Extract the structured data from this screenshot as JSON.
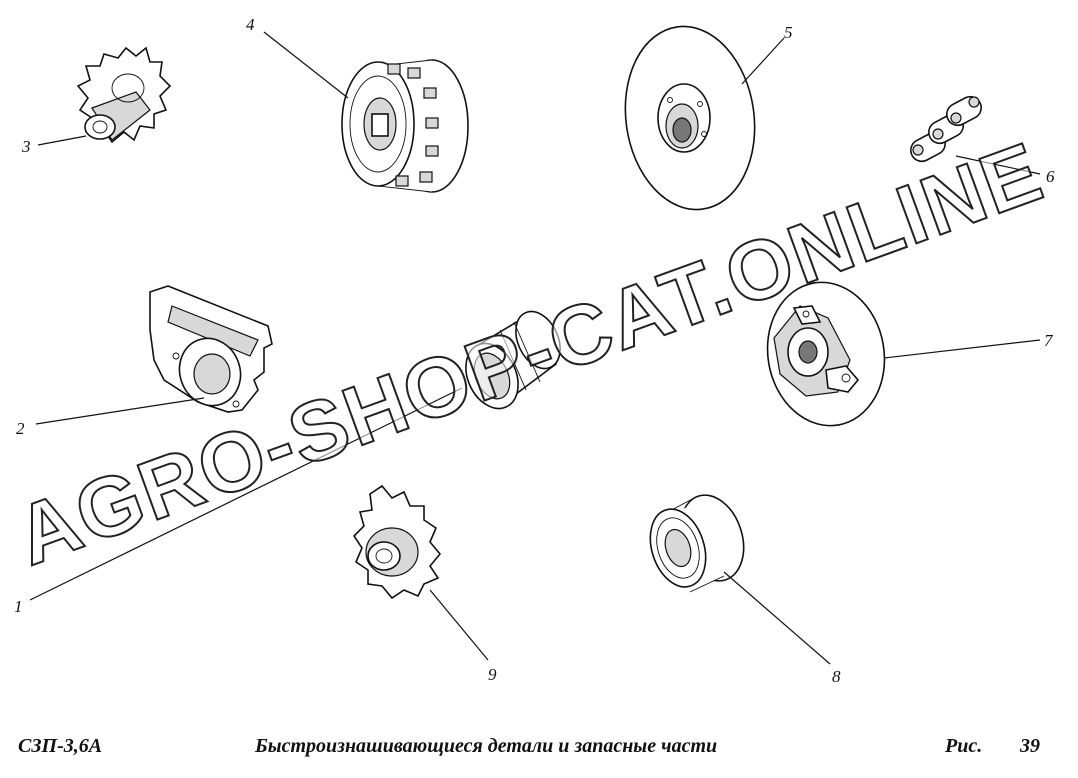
{
  "callouts": [
    "1",
    "2",
    "3",
    "4",
    "5",
    "6",
    "7",
    "8",
    "9"
  ],
  "caption": {
    "model": "СЗП-3,6А",
    "title": "Быстроизнашивающиеся детали и запасные части",
    "fig_label": "Рис.",
    "fig_number": "39"
  },
  "watermark": "AGRO-SHOP-CAT.ONLINE"
}
